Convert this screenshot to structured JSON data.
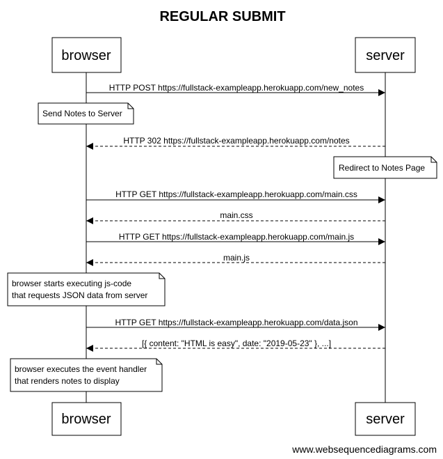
{
  "title": "REGULAR SUBMIT",
  "participants": {
    "browser": "browser",
    "server": "server"
  },
  "messages": [
    {
      "from": "browser",
      "to": "server",
      "style": "solid",
      "text": "HTTP POST https://fullstack-exampleapp.herokuapp.com/new_notes"
    },
    {
      "from": "server",
      "to": "browser",
      "style": "dashed",
      "text": "HTTP 302 https://fullstack-exampleapp.herokuapp.com/notes"
    },
    {
      "from": "browser",
      "to": "server",
      "style": "solid",
      "text": "HTTP GET https://fullstack-exampleapp.herokuapp.com/main.css"
    },
    {
      "from": "server",
      "to": "browser",
      "style": "dashed",
      "text": "main.css"
    },
    {
      "from": "browser",
      "to": "server",
      "style": "solid",
      "text": "HTTP GET https://fullstack-exampleapp.herokuapp.com/main.js"
    },
    {
      "from": "server",
      "to": "browser",
      "style": "dashed",
      "text": "main.js"
    },
    {
      "from": "browser",
      "to": "server",
      "style": "solid",
      "text": "HTTP GET https://fullstack-exampleapp.herokuapp.com/data.json"
    },
    {
      "from": "server",
      "to": "browser",
      "style": "dashed",
      "text": "[{ content: \"HTML is easy\", date: \"2019-05-23\" }, ...]"
    }
  ],
  "notes": [
    {
      "over": "browser",
      "lines": [
        "Send Notes to Server"
      ]
    },
    {
      "over": "server",
      "lines": [
        "Redirect to Notes Page"
      ]
    },
    {
      "over": "browser",
      "lines": [
        "browser starts executing js-code",
        "that requests JSON data from server"
      ]
    },
    {
      "over": "browser",
      "lines": [
        "browser executes the event handler",
        "that renders notes to display"
      ]
    }
  ],
  "footer": "www.websequencediagrams.com"
}
